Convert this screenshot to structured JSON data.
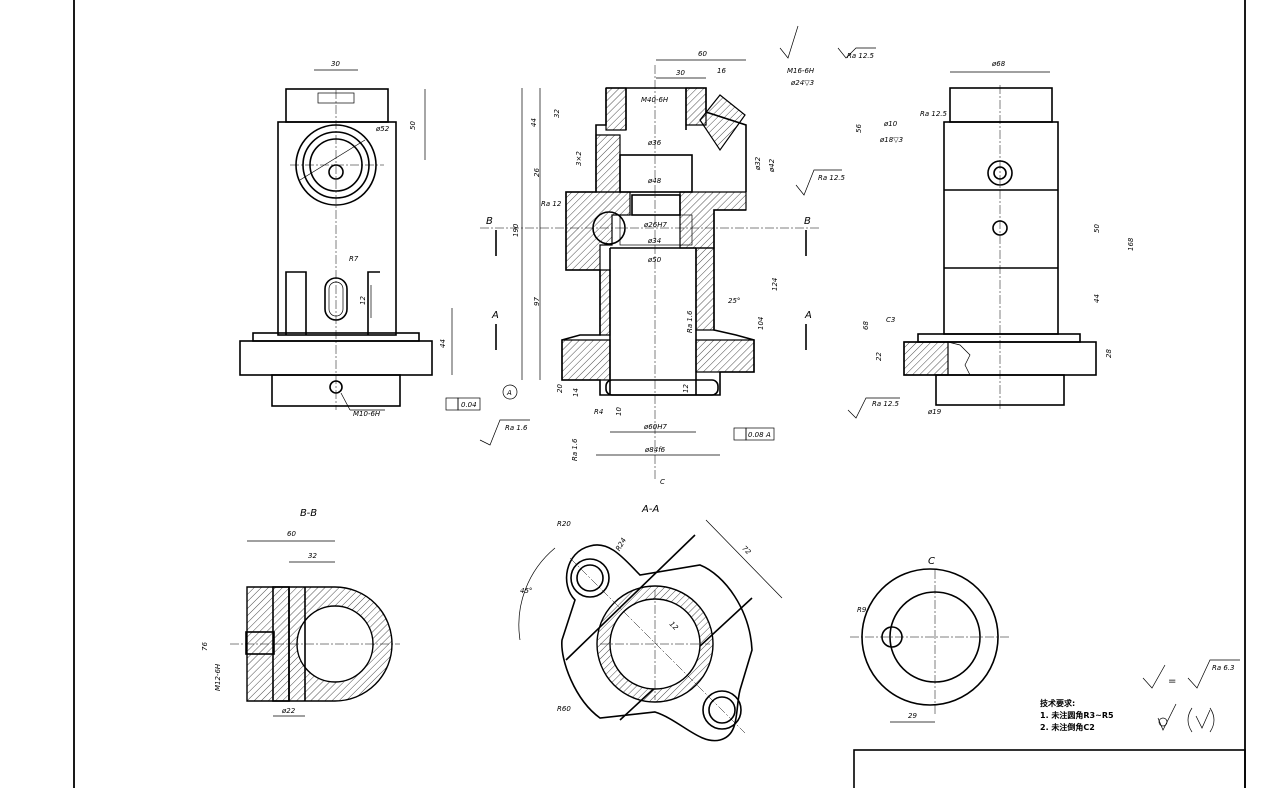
{
  "title_block_notes": {
    "heading": "技术要求:",
    "line1": "1. 未注圆角R3~R5",
    "line2": "2. 未注倒角C2",
    "default_roughness": "Ra 6.3"
  },
  "section_labels": {
    "bb": "B-B",
    "aa": "A-A",
    "c_view": "C",
    "c_arrow": "C",
    "b_left": "B",
    "b_right": "B",
    "a_left": "A",
    "a_right": "A"
  },
  "left_view_dims": {
    "w30": "30",
    "d52": "ø52",
    "h50": "50",
    "r7": "R7",
    "h12": "12",
    "h44": "44",
    "m10": "M10-6H"
  },
  "front_dims": {
    "w60": "60",
    "w30": "30",
    "w16": "16",
    "m16": "M16-6H",
    "depth24": "ø24▽3",
    "ra_top": "Ra 12.5",
    "m40": "M40-6H",
    "d36": "ø36",
    "d48": "ø48",
    "d26": "ø26H7",
    "d34": "ø34",
    "d50": "ø50",
    "d32": "ø32",
    "d42": "ø42",
    "ra_mid": "Ra 12.5",
    "h44": "44",
    "h32": "32",
    "h3x2": "3×2",
    "h26": "26",
    "h190": "190",
    "h97": "97",
    "h20": "20",
    "h14": "14",
    "ra_flag": "Ra 12",
    "ang25": "25°",
    "h104": "104",
    "h124": "124",
    "ra16a": "Ra 1.6",
    "h12": "12",
    "r4": "R4",
    "h10": "10",
    "d60": "ø60H7",
    "d84": "ø84f6",
    "flat": "0.04",
    "datum": "A",
    "perp": "0.08",
    "perp_ref": "A",
    "ra16b": "Ra 1.6",
    "ra16c": "Ra 1.6"
  },
  "right_view_dims": {
    "d68": "ø68",
    "ra": "Ra 12.5",
    "d10": "ø10",
    "d18": "ø18▽3",
    "h56": "56",
    "h50": "50",
    "h168": "168",
    "h44": "44",
    "c3": "C3",
    "h68": "68",
    "h22": "22",
    "h28": "28",
    "d19": "ø19",
    "ra_bot": "Ra 12.5"
  },
  "bb_dims": {
    "w60": "60",
    "w32": "32",
    "h76": "76",
    "m12": "M12-6H",
    "d22": "ø22"
  },
  "aa_dims": {
    "r20": "R20",
    "r24": "R24",
    "ang45": "45°",
    "l72": "72",
    "w12": "12",
    "r60": "R60"
  },
  "c_dims": {
    "r9": "R9",
    "w29": "29"
  }
}
